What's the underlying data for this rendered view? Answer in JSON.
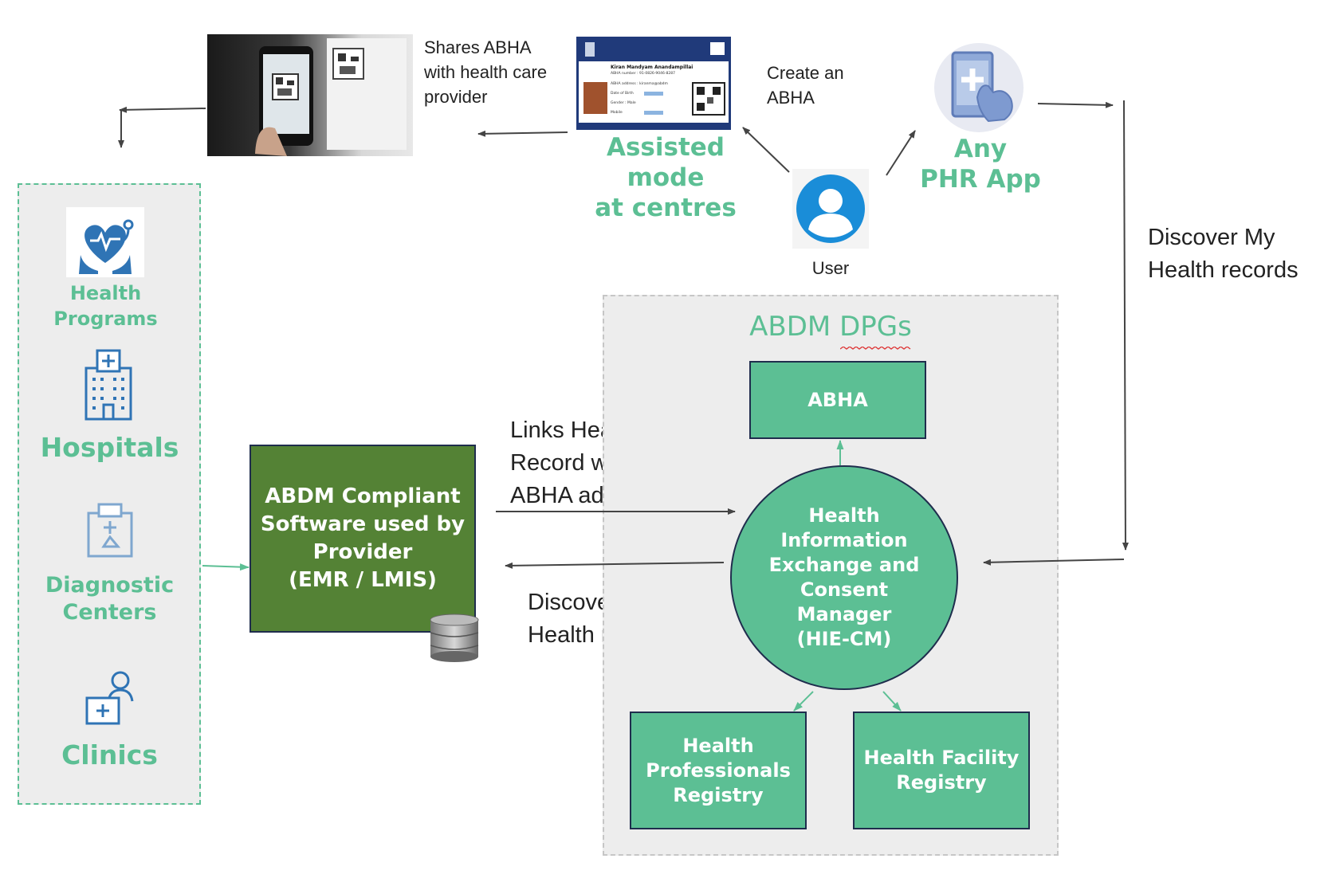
{
  "top": {
    "share_text": "Shares ABHA\nwith health care\nprovider",
    "create_text": "Create an\nABHA",
    "assisted_label": "Assisted mode\nat centres",
    "phr_label": "Any\nPHR App",
    "user_label": "User"
  },
  "abha_card": {
    "name": "Kiran Mandyam Anandampillai",
    "abha_number": "ABHA number : 91-0826-9046-8287",
    "abha_address": "ABHA address : kiranma@abdm",
    "dob": "Date of Birth",
    "gender": "Gender : Male",
    "mobile": "Mobile"
  },
  "left_panel": {
    "health_programs": "Health\nPrograms",
    "hospitals": "Hospitals",
    "diagnostic": "Diagnostic\nCenters",
    "clinics": "Clinics"
  },
  "provider_box": "ABDM Compliant\nSoftware used by\nProvider\n(EMR / LMIS)",
  "links_text": "Links Health\nRecord with\nABHA address",
  "discover_mid": "Discover My\nHealth records",
  "discover_right": "Discover My\nHealth records",
  "dpg": {
    "title": "ABDM DPGs",
    "abha": "ABHA",
    "hie": "Health\nInformation\nExchange and\nConsent\nManager\n(HIE-CM)",
    "hpr": "Health\nProfessionals\nRegistry",
    "hfr": "Health Facility\nRegistry"
  },
  "colors": {
    "accent_green": "#5cbf94",
    "dark_green": "#548235",
    "node_border": "#1f2d4d",
    "icon_blue": "#2f74b5"
  }
}
